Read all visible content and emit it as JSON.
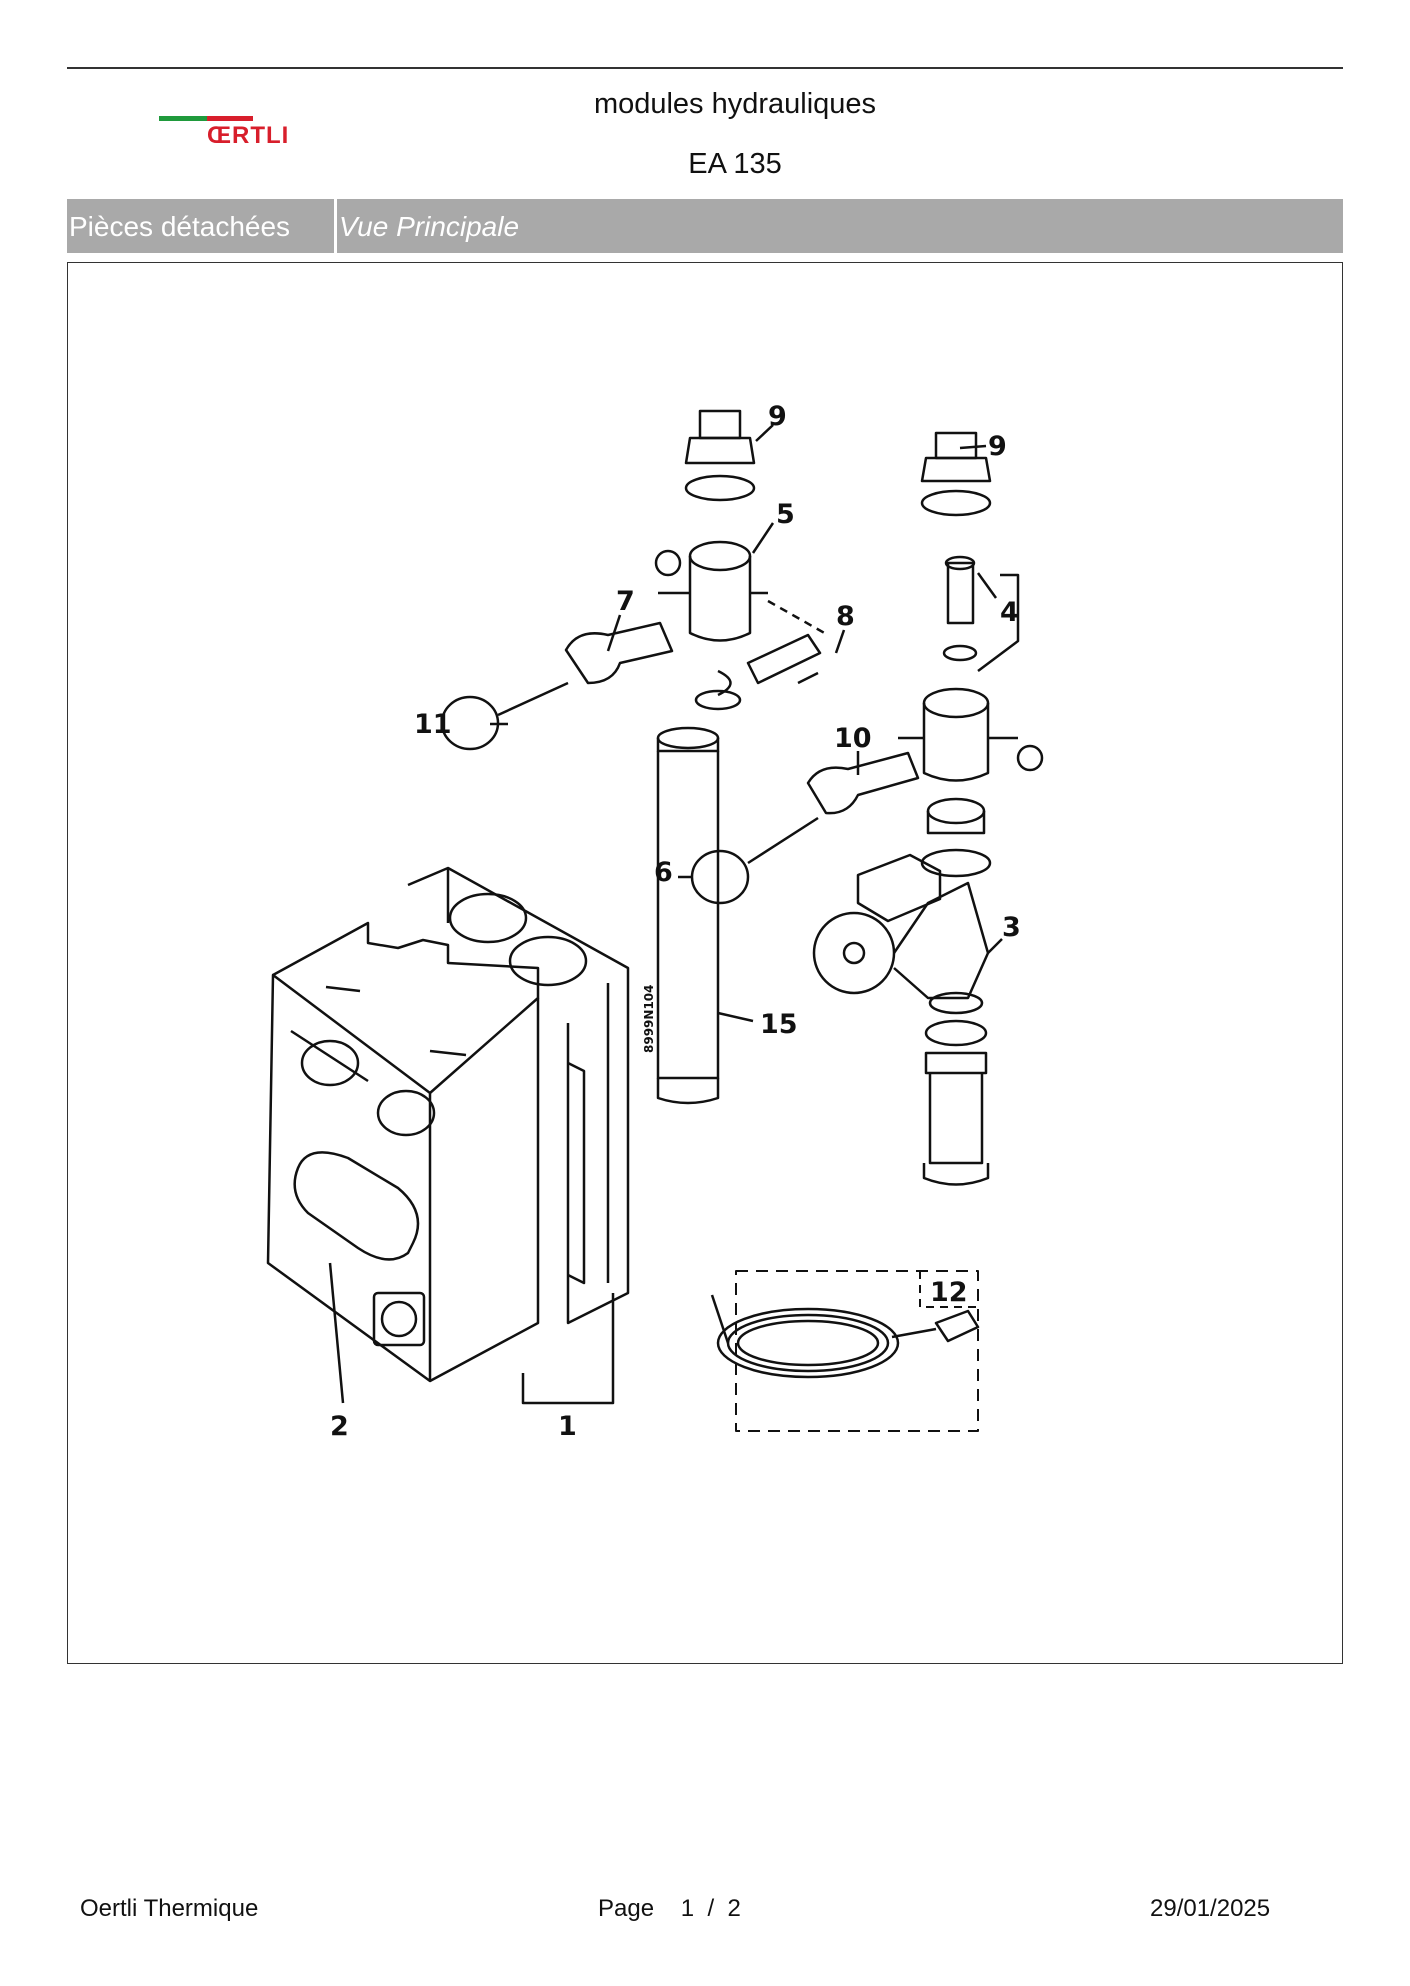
{
  "header": {
    "brand": "ŒRTLI",
    "brand_colors": {
      "green": "#1f9a3c",
      "red": "#d81e2b"
    },
    "title": "modules hydrauliques",
    "model": "EA 135"
  },
  "band": {
    "section": "Pièces détachées",
    "view": "Vue Principale",
    "color": "#a9a9a9"
  },
  "drawing": {
    "reference": "8999N104",
    "callouts": [
      "9",
      "5",
      "9",
      "4",
      "7",
      "8",
      "11",
      "10",
      "6",
      "3",
      "15",
      "12",
      "2",
      "1"
    ]
  },
  "footer": {
    "company": "Oertli Thermique",
    "page_label": "Page",
    "page_current": "1",
    "page_sep": "/",
    "page_total": "2",
    "date": "29/01/2025"
  }
}
